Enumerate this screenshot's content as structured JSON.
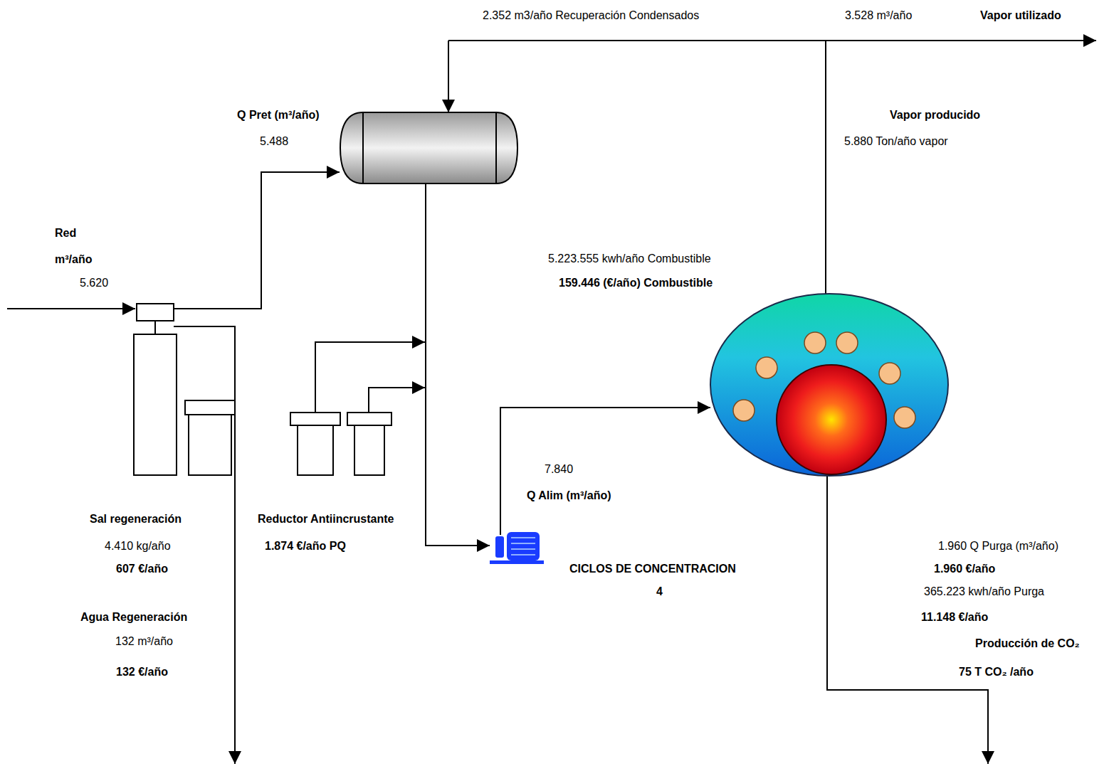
{
  "diagram": {
    "labels": [
      "2.352 m3/año Recuperación Condensados",
      "3.528 m³/año",
      "Vapor utilizado",
      "Q Pret (m³/año)",
      "5.488",
      "Vapor producido",
      "5.880 Ton/año vapor",
      "Red",
      "m³/año",
      "5.620",
      "5.223.555 kwh/año Combustible",
      "159.446 (€/año) Combustible",
      "7.840",
      "Q Alim (m³/año)",
      "Sal regeneración",
      "4.410 kg/año",
      "607 €/año",
      "Reductor Antiincrustante",
      "1.874 €/año PQ",
      "CICLOS DE CONCENTRACION",
      "4",
      "1.960 Q Purga (m³/año)",
      "1.960 €/año",
      "365.223 kwh/año Purga",
      "11.148 €/año",
      "Producción de CO₂",
      "75 T CO₂ /año",
      "Agua Regeneración",
      "132 m³/año",
      "132 €/año"
    ]
  }
}
